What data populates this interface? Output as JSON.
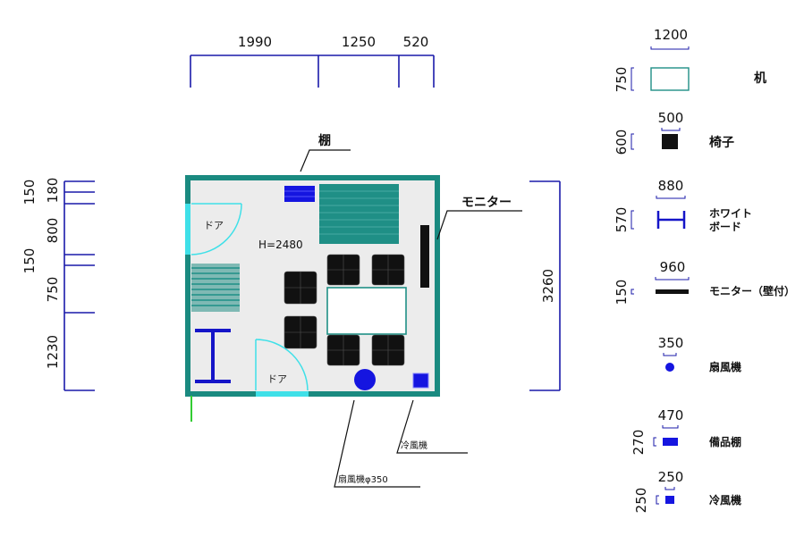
{
  "plan": {
    "top_dims": [
      "1990",
      "1250",
      "520"
    ],
    "left_dims": [
      "150",
      "180",
      "150",
      "800",
      "750",
      "1230"
    ],
    "right_dim": "3260",
    "height_label": "H=2480",
    "door_label": "ドア",
    "shelf_label": "棚",
    "monitor_label": "モニター",
    "fan_label": "扇風機φ350",
    "cooler_label": "冷風機"
  },
  "legend": [
    {
      "width": "1200",
      "depth": "750",
      "label": "机"
    },
    {
      "width": "500",
      "depth": "600",
      "label": "椅子"
    },
    {
      "width": "880",
      "depth": "570",
      "label_line1": "ホワイト",
      "label_line2": "ボード"
    },
    {
      "width": "960",
      "depth": "150",
      "label": "モニター（壁付）"
    },
    {
      "width": "350",
      "label": "扇風機"
    },
    {
      "width": "470",
      "depth": "270",
      "label": "備品棚"
    },
    {
      "width": "250",
      "depth": "250",
      "label": "冷風機"
    }
  ],
  "colors": {
    "wall": "#1a8a80",
    "floor": "#ececec",
    "dim_line": "#1a1aaa",
    "shelf": "#1f8f86",
    "door": "#3fe0e8",
    "blue": "#1515e0",
    "chair": "#111111"
  }
}
